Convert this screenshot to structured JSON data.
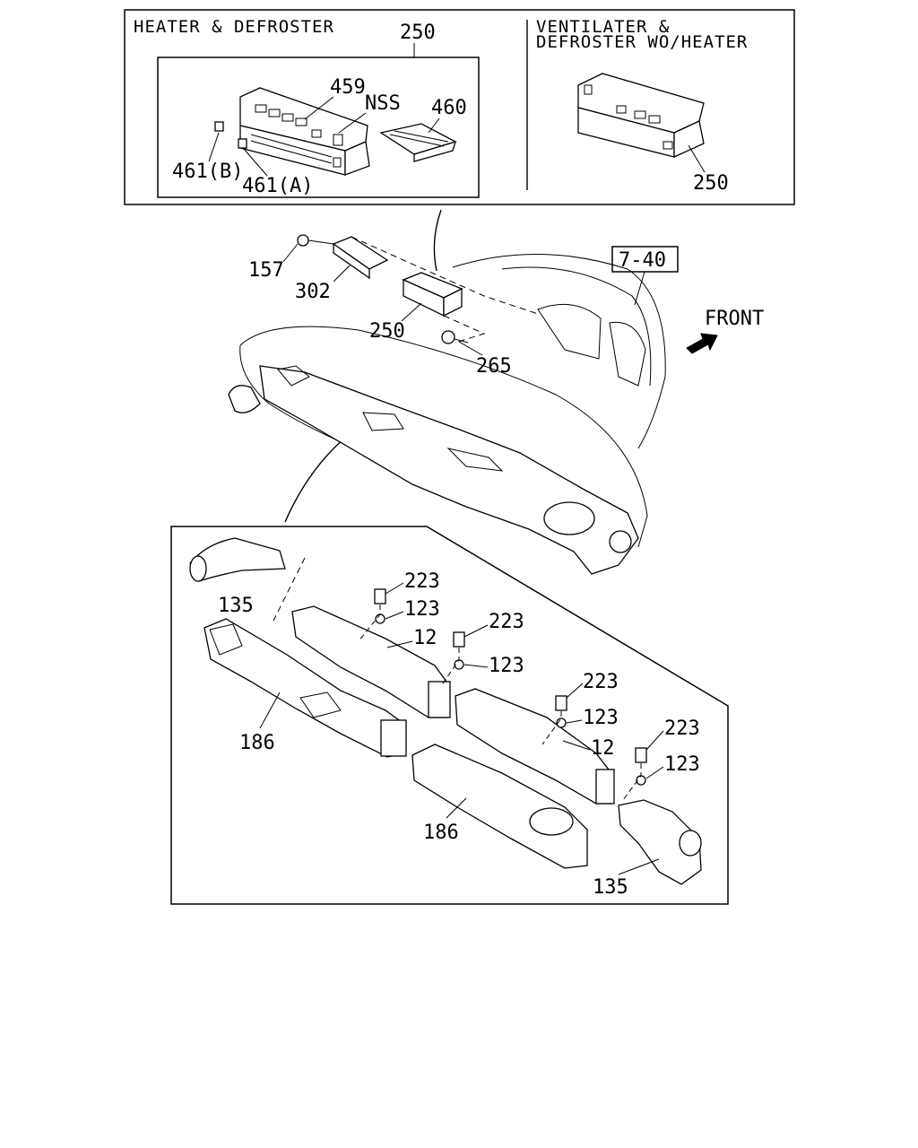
{
  "panel_top_left": {
    "title": "HEATER & DEFROSTER",
    "callouts": {
      "c250": "250",
      "c459": "459",
      "nss": "NSS",
      "c460": "460",
      "c461b": "461(B)",
      "c461a": "461(A)"
    }
  },
  "panel_top_right": {
    "title_line1": "VENTILATER &",
    "title_line2": "DEFROSTER WO/HEATER",
    "callouts": {
      "c250": "250"
    }
  },
  "main_assembly": {
    "ref_box": "7-40",
    "front_label": "FRONT",
    "callouts": {
      "c157": "157",
      "c302": "302",
      "c250": "250",
      "c265": "265"
    }
  },
  "duct_detail": {
    "callouts": {
      "c135_upper": "135",
      "c186_left": "186",
      "c223_a": "223",
      "c123_a": "123",
      "c12_a": "12",
      "c223_b": "223",
      "c123_b": "123",
      "c223_c": "223",
      "c123_c": "123",
      "c12_b": "12",
      "c223_d": "223",
      "c123_d": "123",
      "c186_right": "186",
      "c135_lower": "135"
    }
  },
  "icons": [
    "screw-icon",
    "clip-icon",
    "front-arrow-icon"
  ]
}
